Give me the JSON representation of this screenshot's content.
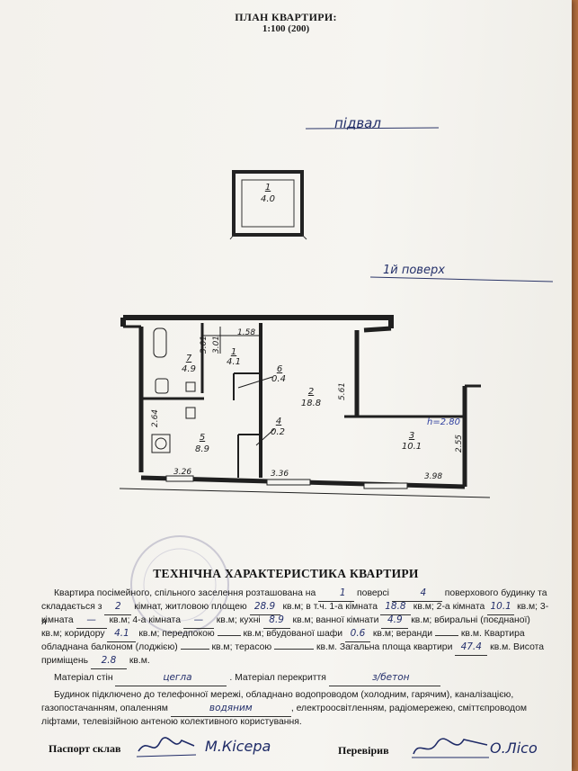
{
  "header": {
    "title": "ПЛАН КВАРТИРИ:",
    "scale": "1:100 (200)"
  },
  "plan": {
    "basement_label": "підвал",
    "floor_label": "1й поверх",
    "basement_room": {
      "number": "1",
      "area": "4.0"
    },
    "rooms": [
      {
        "number": "1",
        "area": "4.1"
      },
      {
        "number": "2",
        "area": "18.8"
      },
      {
        "number": "3",
        "area": "10.1"
      },
      {
        "number": "4",
        "area": "0.2"
      },
      {
        "number": "5",
        "area": "8.9"
      },
      {
        "number": "6",
        "area": "0.4"
      },
      {
        "number": "7",
        "area": "4.9"
      }
    ],
    "dimensions": {
      "d1_58": "1.58",
      "d3_01a": "3.01",
      "d3_01b": "3.01",
      "d5_61": "5.61",
      "d2_64": "2.64",
      "d3_26": "3.26",
      "d3_36": "3.36",
      "d3_98": "3.98",
      "d2_55": "2.55",
      "ceiling": "h=2.80"
    }
  },
  "tech": {
    "title": "ТЕХНІЧНА ХАРАКТЕРИСТИКА КВАРТИРИ",
    "line1_a": "Квартира посімейного, спільного заселення розташована на",
    "floor": "1",
    "line1_b": "поверсі",
    "floors_total": "4",
    "line1_c": "поверхового будинку та",
    "line2_a": "складається з",
    "rooms_count": "2",
    "line2_b": "кімнат, житловою площею",
    "living_area": "28.9",
    "line2_c": "кв.м; в т.ч. 1-а кімната",
    "room1_area": "18.8",
    "line2_d": "кв.м; 2-а кімната",
    "room2_area": "10.1",
    "line2_e": "кв.м; 3-я",
    "line3_a": "кімната",
    "room3_area": "—",
    "line3_b": "кв.м; 4-а кімната",
    "room4_area": "—",
    "line3_c": "кв.м; кухні",
    "kitchen_area": "8.9",
    "line3_d": "кв.м; ванної кімнати",
    "bath_area": "4.9",
    "line3_e": "кв.м; вбиральні (поєднаної)",
    "line4_a": "кв.м; коридору",
    "corridor_area": "4.1",
    "line4_b": "кв.м; передпокою",
    "line4_c": "кв.м; вбудованої шафи",
    "closet_area": "0.6",
    "line4_d": "кв.м; веранди",
    "line4_e": "кв.м. Квартира",
    "line5_a": "обладнана балконом (лоджією)",
    "line5_b": "кв.м; терасою",
    "line5_c": "кв.м. Загальна площа квартири",
    "total_area": "47.4",
    "line5_d": "кв.м. Висота",
    "line6_a": "приміщень",
    "height": "2.8",
    "line6_b": "кв.м.",
    "walls_label": "Матеріал стін",
    "walls": "цегла",
    "floors_mat_label": ". Матеріал перекриття",
    "floors_mat": "з/бетон",
    "line8": "Будинок підключено до телефонної мережі, обладнано водопроводом (холодним, гарячим), каналізацією,",
    "line9_a": "газопостачанням, опаленням",
    "heating": "водяним",
    "line9_b": ", електроосвітленням, радіомережею, сміттєпроводом",
    "line10": "ліфтами, телевізійною антеною колективного користування."
  },
  "signatures": {
    "compiled_label": "Паспорт склав",
    "compiled_name": "М.Кісера",
    "checked_label": "Перевірив",
    "checked_name": "О.Лісо"
  }
}
